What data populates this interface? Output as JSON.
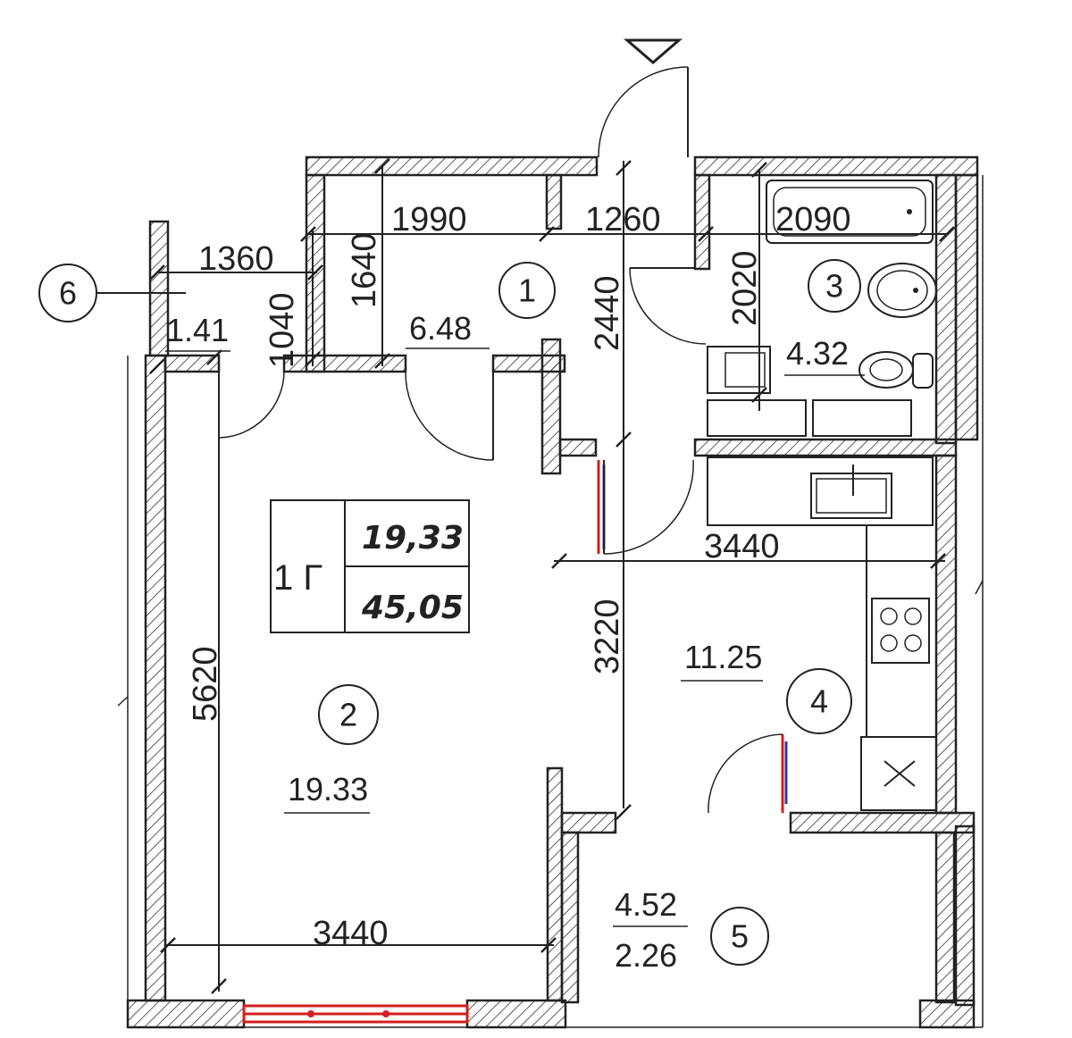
{
  "dimensions": {
    "hall_width": "1990",
    "corridor_width": "1260",
    "bath_width": "2090",
    "closet_width": "1360",
    "closet_depth": "1040",
    "hall_depth": "1640",
    "corridor_length": "2440",
    "bath_depth": "2020",
    "kitchen_width": "3440",
    "kitchen_depth": "3220",
    "living_depth": "5620",
    "living_width": "3440"
  },
  "rooms": {
    "hall": {
      "number": "1",
      "area": "6.48"
    },
    "living": {
      "number": "2",
      "area": "19.33"
    },
    "bath": {
      "number": "3",
      "area": "4.32"
    },
    "kitchen": {
      "number": "4",
      "area": "11.25"
    },
    "loggia": {
      "number": "5",
      "area": "4.52",
      "area_reduced": "2.26"
    },
    "closet": {
      "number": "6",
      "area": "1.41"
    }
  },
  "summary": {
    "rooms_label": "1 Г",
    "living_area": "19,33",
    "total_area": "45,05"
  },
  "entrance_marker": "entrance-triangle",
  "colors": {
    "window": "#d21f1f",
    "balcony_door": "#2a3d9b"
  }
}
